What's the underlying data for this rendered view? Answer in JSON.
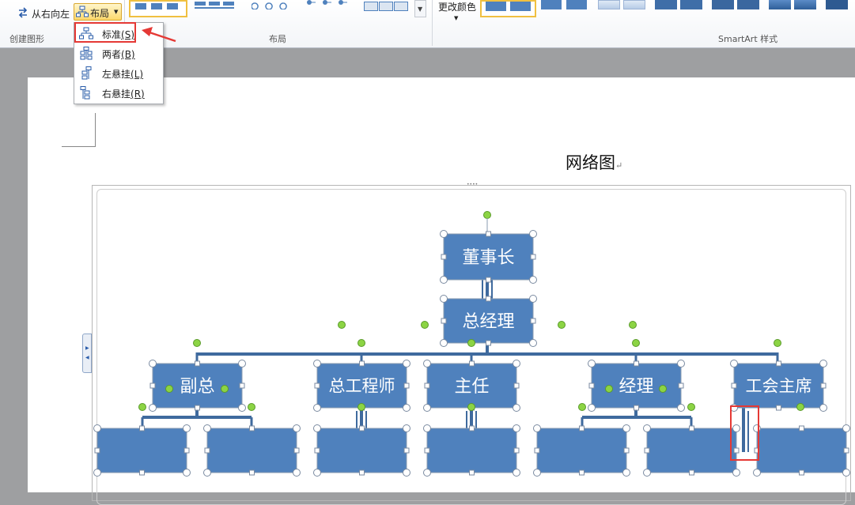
{
  "ribbon": {
    "rtl_label": "从右向左",
    "layout_label": "布局",
    "change_colors_label": "更改颜色",
    "groups": {
      "create_graphic": "创建图形",
      "layouts": "布局",
      "styles": "SmartArt 样式"
    }
  },
  "layout_menu": {
    "items": [
      {
        "label": "标准",
        "key": "(S)",
        "icon": "standard-layout-icon"
      },
      {
        "label": "两者",
        "key": "(B)",
        "icon": "both-layout-icon"
      },
      {
        "label": "左悬挂",
        "key": "(L)",
        "icon": "left-hanging-icon"
      },
      {
        "label": "右悬挂",
        "key": "(R)",
        "icon": "right-hanging-icon"
      }
    ]
  },
  "document": {
    "title": "网络图",
    "paragraph_mark": "↵"
  },
  "org_chart": {
    "root": "董事长",
    "assistant": "总经理",
    "level2": [
      "副总",
      "总工程师",
      "主任",
      "经理",
      "工会主席"
    ]
  },
  "colors": {
    "node_fill": "#4f81bd",
    "connector": "#3f6a9e",
    "highlight": "#e53935",
    "handle_green": "#8cd444"
  }
}
